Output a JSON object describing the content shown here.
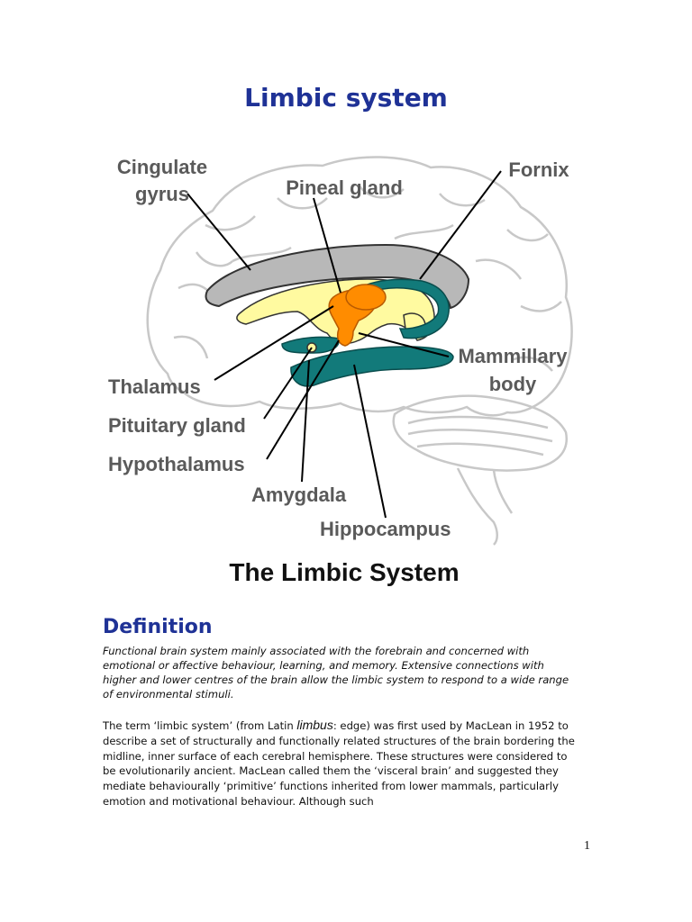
{
  "document": {
    "title": "Limbic system",
    "page_number": "1"
  },
  "figure": {
    "caption": "The Limbic System",
    "labels": {
      "cingulate_1": "Cingulate",
      "cingulate_2": "gyrus",
      "pineal": "Pineal gland",
      "fornix": "Fornix",
      "mammillary_1": "Mammillary",
      "mammillary_2": "body",
      "thalamus": "Thalamus",
      "pituitary": "Pituitary gland",
      "hypothalamus": "Hypothalamus",
      "amygdala": "Amygdala",
      "hippocampus": "Hippocampus"
    },
    "colors": {
      "cingulate": "#b8b8b8",
      "thalamus": "#fffaa0",
      "hypothalamus": "#ff8c00",
      "fornix": "#127a7a",
      "brain_outline": "#c8c8c8"
    }
  },
  "definition": {
    "heading": "Definition",
    "text": "Functional brain system mainly associated with the forebrain and concerned with emotional or affective behaviour, learning, and memory. Extensive connections with higher and lower centres of the brain allow the limbic system to respond to a wide range of environmental stimuli."
  },
  "body": {
    "part1": "The term ‘limbic system’ (from Latin ",
    "latin_term": "limbus",
    "part2": ": edge) was first used by MacLean in 1952 to describe a set of structurally and functionally related structures of the brain bordering the midline, inner surface of each cerebral hemisphere. These structures were considered to be evolutionarily ancient. MacLean called them the ‘visceral brain’ and suggested they mediate behaviourally ‘primitive’ functions inherited from lower mammals, particularly emotion and motivational behaviour. Although such"
  }
}
